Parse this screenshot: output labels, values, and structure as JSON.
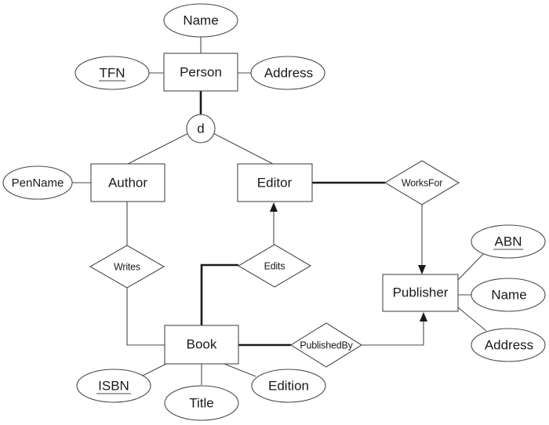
{
  "entities": {
    "person": "Person",
    "author": "Author",
    "editor": "Editor",
    "publisher": "Publisher",
    "book": "Book"
  },
  "attributes": {
    "person_name": "Name",
    "person_tfn": "TFN",
    "person_address": "Address",
    "author_penname": "PenName",
    "publisher_abn": "ABN",
    "publisher_name": "Name",
    "publisher_address": "Address",
    "book_isbn": "ISBN",
    "book_title": "Title",
    "book_edition": "Edition"
  },
  "relationships": {
    "writes": "Writes",
    "edits": "Edits",
    "works_for": "WorksFor",
    "published_by": "PublishedBy"
  },
  "specialization": {
    "disjoint_label": "d"
  },
  "colors": {
    "stroke": "#4a4a4a",
    "text": "#1a1a1a",
    "background": "#ffffff"
  }
}
